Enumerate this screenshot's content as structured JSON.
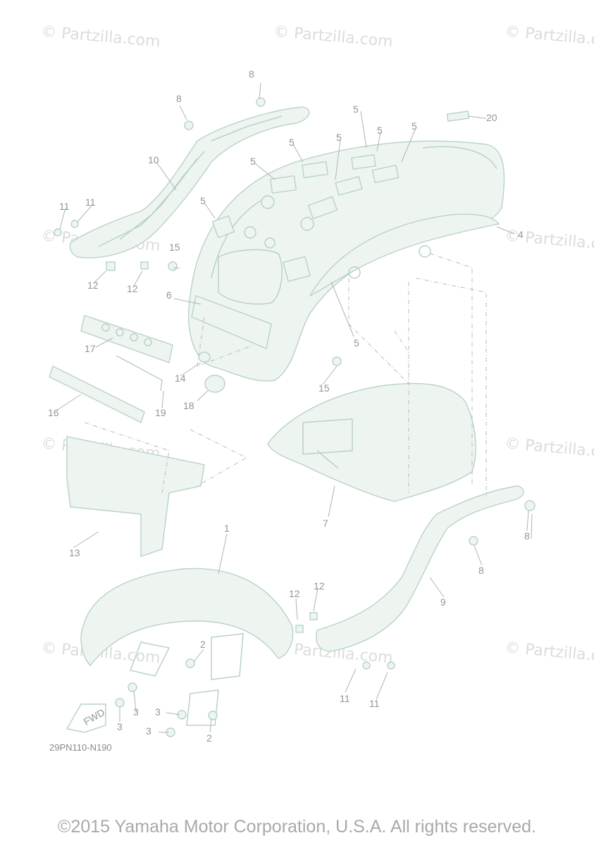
{
  "watermark": "© Partzilla.com",
  "diagram_code": "29PN110-N190",
  "fwd_label": "FWD",
  "copyright": "©2015 Yamaha Motor Corporation, U.S.A. All rights reserved.",
  "callouts": {
    "c1": "1",
    "c2a": "2",
    "c2b": "2",
    "c3a": "3",
    "c3b": "3",
    "c3c": "3",
    "c3d": "3",
    "c4": "4",
    "c5a": "5",
    "c5b": "5",
    "c5c": "5",
    "c5d": "5",
    "c5e": "5",
    "c5f": "5",
    "c5g": "5",
    "c5h": "5",
    "c6": "6",
    "c7": "7",
    "c8a": "8",
    "c8b": "8",
    "c8c": "8",
    "c8d": "8",
    "c9": "9",
    "c10": "10",
    "c11a": "11",
    "c11b": "11",
    "c11c": "11",
    "c11d": "11",
    "c12a": "12",
    "c12b": "12",
    "c12c": "12",
    "c12d": "12",
    "c13": "13",
    "c14": "14",
    "c15a": "15",
    "c15b": "15",
    "c16": "16",
    "c17": "17",
    "c18": "18",
    "c19": "19",
    "c20": "20"
  }
}
